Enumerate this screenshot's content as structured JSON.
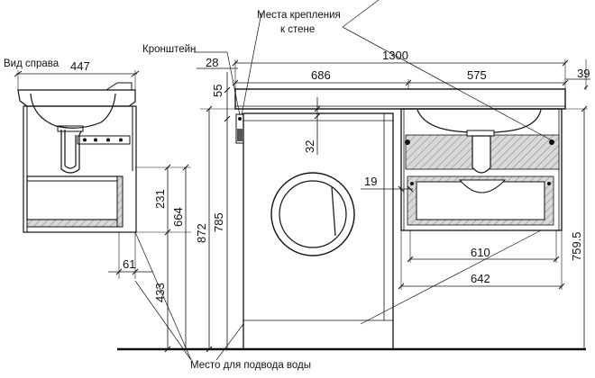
{
  "labels": {
    "side_view": "Вид  справа",
    "bracket": "Кронштейн",
    "mount_places_line1": "Места крепления",
    "mount_places_line2": "к стене",
    "water_inlet": "Место для подвода воды"
  },
  "dimensions": {
    "side_width": "447",
    "bracket_offset": "28",
    "bracket_height": "55",
    "total_width": "1300",
    "left_module": "686",
    "basin_width": "575",
    "right_overhang": "39",
    "gap_32": "32",
    "offset_19": "19",
    "cabinet_inner": "610",
    "cabinet_outer": "642",
    "height_231": "231",
    "height_664": "664",
    "height_785": "785",
    "height_872": "872",
    "height_759_5": "759.5",
    "depth_61": "61",
    "height_433": "433"
  }
}
